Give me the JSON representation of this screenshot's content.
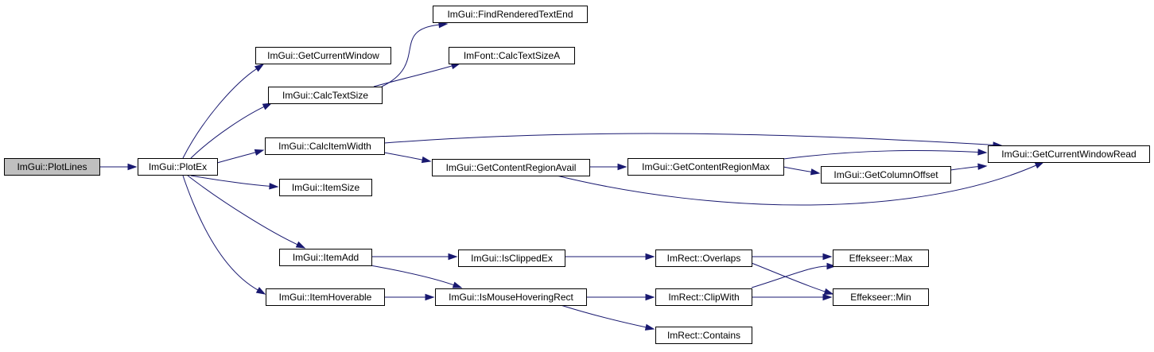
{
  "diagram": {
    "type": "call-graph",
    "colors": {
      "edge": "#191970",
      "node_border": "#000000",
      "node_fill": "#ffffff",
      "root_fill": "#bfbfbf"
    },
    "nodes": [
      {
        "id": "n_plotlines",
        "label": "ImGui::PlotLines"
      },
      {
        "id": "n_plotex",
        "label": "ImGui::PlotEx"
      },
      {
        "id": "n_getcurrentwindow",
        "label": "ImGui::GetCurrentWindow"
      },
      {
        "id": "n_calctextsize",
        "label": "ImGui::CalcTextSize"
      },
      {
        "id": "n_findrendered",
        "label": "ImGui::FindRenderedTextEnd"
      },
      {
        "id": "n_calctextsizea",
        "label": "ImFont::CalcTextSizeA"
      },
      {
        "id": "n_calcitemwidth",
        "label": "ImGui::CalcItemWidth"
      },
      {
        "id": "n_itemsize",
        "label": "ImGui::ItemSize"
      },
      {
        "id": "n_getcontentregionavail",
        "label": "ImGui::GetContentRegionAvail"
      },
      {
        "id": "n_getcontentregionmax",
        "label": "ImGui::GetContentRegionMax"
      },
      {
        "id": "n_getcolumnoffset",
        "label": "ImGui::GetColumnOffset"
      },
      {
        "id": "n_getcurrentwindowread",
        "label": "ImGui::GetCurrentWindowRead"
      },
      {
        "id": "n_itemadd",
        "label": "ImGui::ItemAdd"
      },
      {
        "id": "n_isclippedex",
        "label": "ImGui::IsClippedEx"
      },
      {
        "id": "n_itemhoverable",
        "label": "ImGui::ItemHoverable"
      },
      {
        "id": "n_ismousehoveringrect",
        "label": "ImGui::IsMouseHoveringRect"
      },
      {
        "id": "n_overlaps",
        "label": "ImRect::Overlaps"
      },
      {
        "id": "n_clipwith",
        "label": "ImRect::ClipWith"
      },
      {
        "id": "n_contains",
        "label": "ImRect::Contains"
      },
      {
        "id": "n_max",
        "label": "Effekseer::Max"
      },
      {
        "id": "n_min",
        "label": "Effekseer::Min"
      }
    ],
    "edges": [
      {
        "from": "n_plotlines",
        "to": "n_plotex"
      },
      {
        "from": "n_plotex",
        "to": "n_getcurrentwindow"
      },
      {
        "from": "n_plotex",
        "to": "n_calctextsize"
      },
      {
        "from": "n_plotex",
        "to": "n_calcitemwidth"
      },
      {
        "from": "n_plotex",
        "to": "n_itemsize"
      },
      {
        "from": "n_plotex",
        "to": "n_itemadd"
      },
      {
        "from": "n_plotex",
        "to": "n_itemhoverable"
      },
      {
        "from": "n_calctextsize",
        "to": "n_findrendered"
      },
      {
        "from": "n_calctextsize",
        "to": "n_calctextsizea"
      },
      {
        "from": "n_calcitemwidth",
        "to": "n_getcurrentwindowread"
      },
      {
        "from": "n_calcitemwidth",
        "to": "n_getcontentregionavail"
      },
      {
        "from": "n_getcontentregionavail",
        "to": "n_getcontentregionmax"
      },
      {
        "from": "n_getcontentregionavail",
        "to": "n_getcurrentwindowread"
      },
      {
        "from": "n_getcontentregionmax",
        "to": "n_getcurrentwindowread"
      },
      {
        "from": "n_getcontentregionmax",
        "to": "n_getcolumnoffset"
      },
      {
        "from": "n_getcolumnoffset",
        "to": "n_getcurrentwindowread"
      },
      {
        "from": "n_itemadd",
        "to": "n_isclippedex"
      },
      {
        "from": "n_itemadd",
        "to": "n_ismousehoveringrect"
      },
      {
        "from": "n_isclippedex",
        "to": "n_overlaps"
      },
      {
        "from": "n_itemhoverable",
        "to": "n_ismousehoveringrect"
      },
      {
        "from": "n_ismousehoveringrect",
        "to": "n_clipwith"
      },
      {
        "from": "n_ismousehoveringrect",
        "to": "n_contains"
      },
      {
        "from": "n_overlaps",
        "to": "n_max"
      },
      {
        "from": "n_overlaps",
        "to": "n_min"
      },
      {
        "from": "n_clipwith",
        "to": "n_max"
      },
      {
        "from": "n_clipwith",
        "to": "n_min"
      }
    ]
  }
}
